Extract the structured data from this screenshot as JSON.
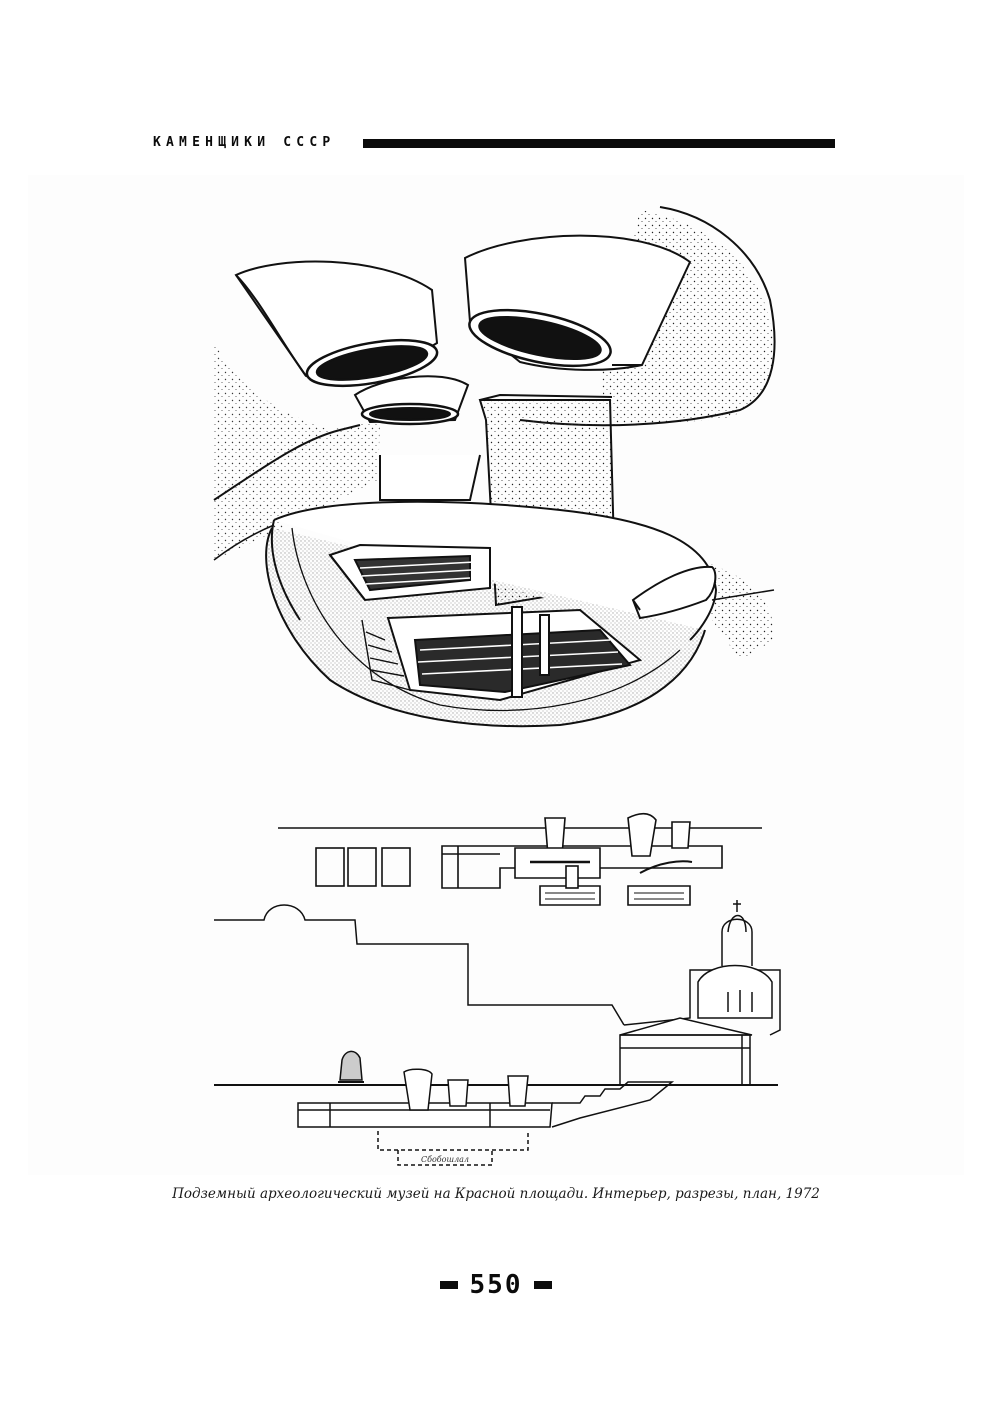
{
  "header": {
    "title": "КАМЕНЩИКИ СССР"
  },
  "figure": {
    "caption": "Подземный археологический музей на Красной площади. Интерьер, разрезы, план, 1972",
    "plan_label": "Сбобошлал"
  },
  "footer": {
    "page_number": "550"
  }
}
